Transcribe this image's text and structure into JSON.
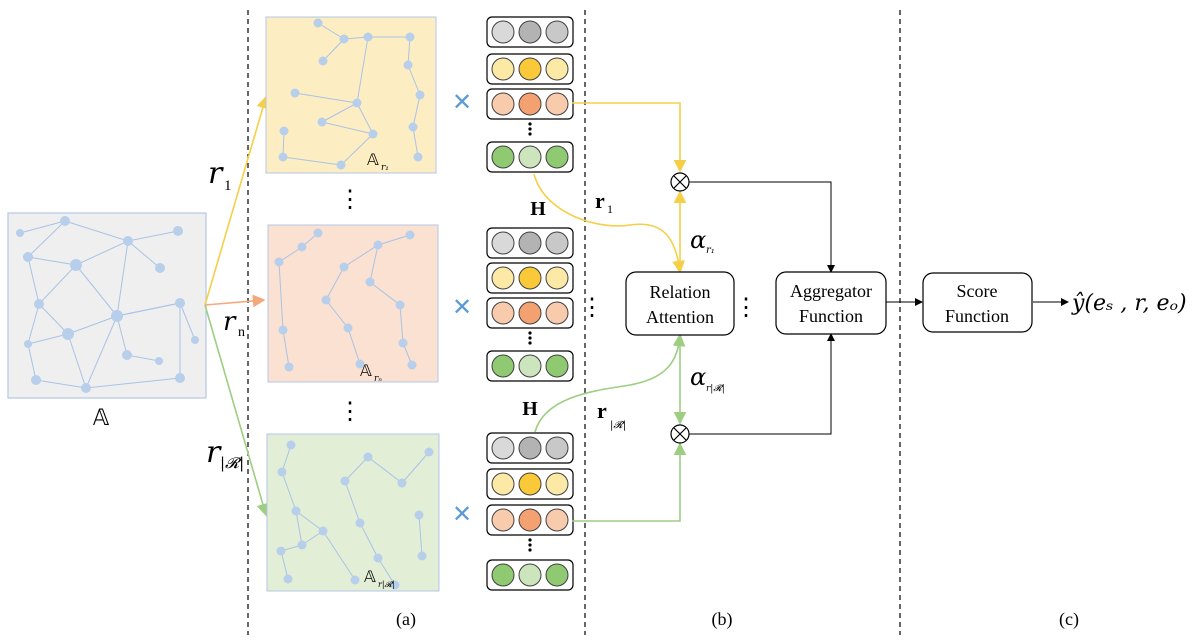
{
  "panels": {
    "a": "(a)",
    "b": "(b)",
    "c": "(c)"
  },
  "input_graph": {
    "label": "𝔸"
  },
  "relations": [
    {
      "symbol": "r",
      "subscript": "1",
      "adj_label": "𝔸",
      "adj_sub": "r₁",
      "color": "#fdedc3",
      "edge_color": "#f5cf48"
    },
    {
      "symbol": "r",
      "subscript": "n",
      "adj_label": "𝔸",
      "adj_sub": "rₙ",
      "color": "#fbe1d1",
      "edge_color": "#f4a97c"
    },
    {
      "symbol": "r",
      "subscript": "|𝓡|",
      "adj_label": "𝔸",
      "adj_sub": "r|𝓡|",
      "color": "#e3eed7",
      "edge_color": "#9dce81"
    }
  ],
  "ellipsis": "⋮",
  "features": {
    "label": "H"
  },
  "relation_vectors": [
    {
      "symbol": "r",
      "subscript": "1"
    },
    {
      "symbol": "r",
      "subscript": "|𝓡|"
    }
  ],
  "attention_weights": [
    {
      "symbol": "α",
      "subscript": "r₁"
    },
    {
      "symbol": "α",
      "subscript": "r|𝓡|"
    }
  ],
  "boxes": {
    "relation_attention": [
      "Relation",
      "Attention"
    ],
    "aggregator": [
      "Aggregator",
      "Function"
    ],
    "score": [
      "Score",
      "Function"
    ]
  },
  "multiply_symbol": "✕",
  "otimes_symbol": "⊗",
  "output": {
    "text": "ŷ(eₛ , r, eₒ)"
  },
  "colors": {
    "graph_node": "#b7cfea",
    "graph_edge": "#a9c3e6",
    "graph_bg": "#efefef",
    "yellow_line": "#f5cf48",
    "green_line": "#9dce81",
    "orange_line": "#f4a97c",
    "cross": "#5b9bd5",
    "circle_gray": [
      "#d9d9d9",
      "#b3b3b3",
      "#c8c8c8"
    ],
    "circle_yellow": [
      "#fde9a6",
      "#f9c93a",
      "#fde9a6"
    ],
    "circle_orange": [
      "#f8cbad",
      "#f4a172",
      "#f8cbad"
    ],
    "circle_green": [
      "#8fc972",
      "#cce5bd",
      "#8fc972"
    ]
  }
}
